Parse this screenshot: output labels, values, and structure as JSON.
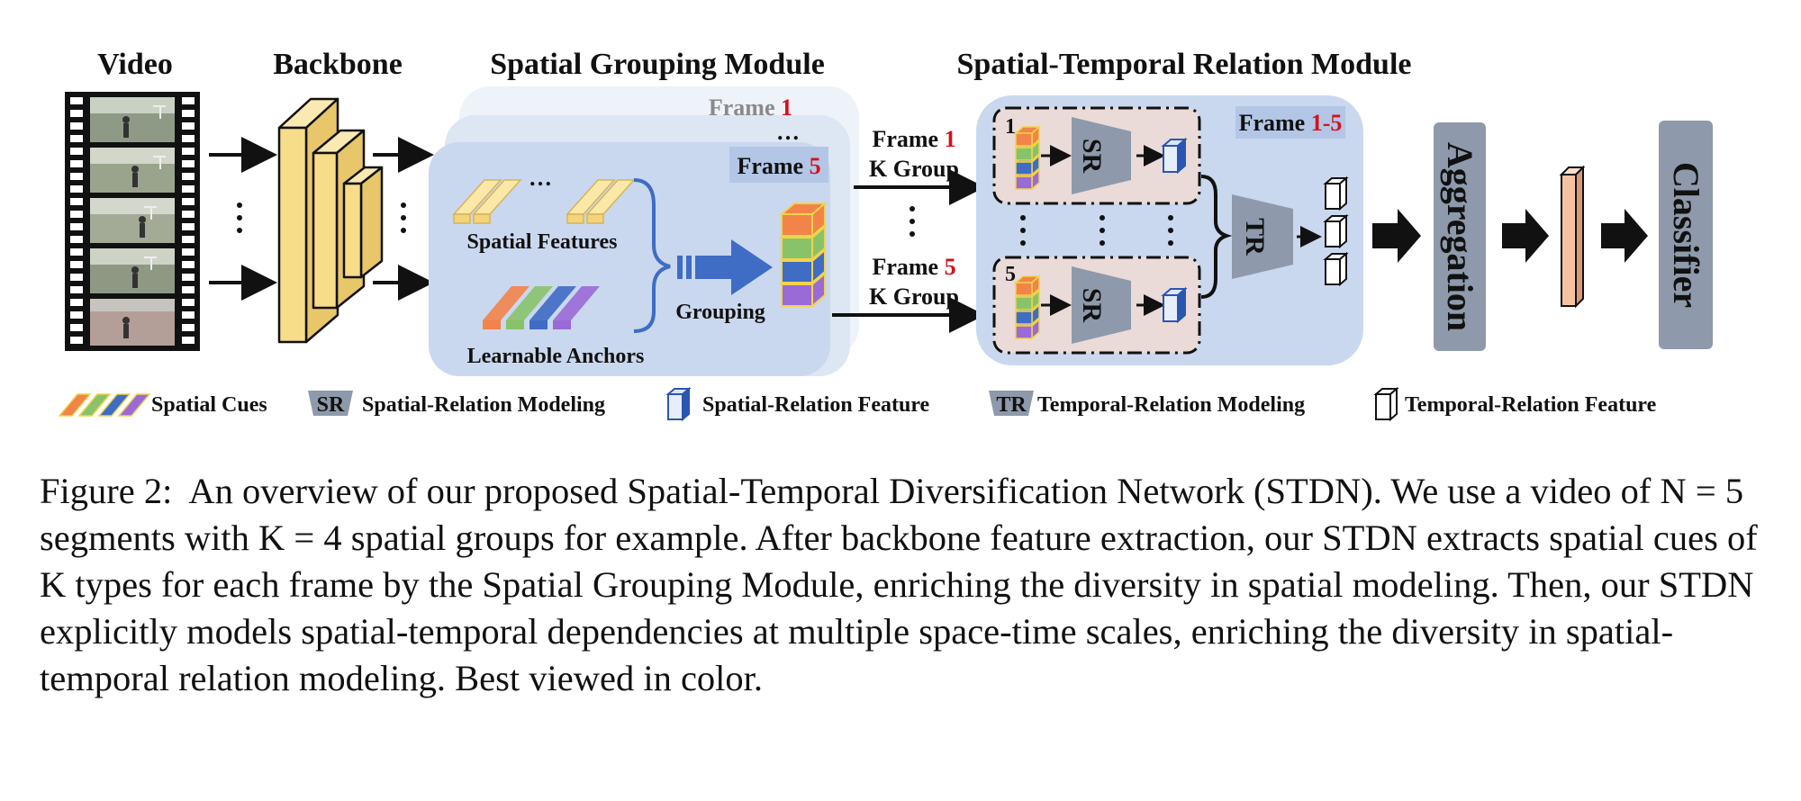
{
  "headers": {
    "video": "Video",
    "backbone": "Backbone",
    "sgm": "Spatial Grouping Module",
    "strm": "Spatial-Temporal Relation Module"
  },
  "sgm": {
    "back_frame_word": "Frame",
    "back_frame_num": "1",
    "front_frame_word": "Frame",
    "front_frame_num": "5",
    "dots_top": "…",
    "dots_features": "…",
    "spatial_features": "Spatial Features",
    "learnable_anchors": "Learnable Anchors",
    "grouping": "Grouping"
  },
  "links": {
    "top_frame_word": "Frame",
    "top_frame_num": "1",
    "top_group": "K Group",
    "bottom_frame_word": "Frame",
    "bottom_frame_num": "5",
    "bottom_group": "K Group"
  },
  "strm": {
    "frame_word": "Frame",
    "frame_range": "1-5",
    "top_index": "1",
    "bottom_index": "5",
    "sr": "SR",
    "tr": "TR"
  },
  "stages": {
    "aggregation": "Aggregation",
    "classifier": "Classifier"
  },
  "legend": {
    "spatial_cues": "Spatial Cues",
    "sr_badge": "SR",
    "sr_label": "Spatial-Relation Modeling",
    "srf_label": "Spatial-Relation Feature",
    "tr_badge": "TR",
    "tr_label": "Temporal-Relation Modeling",
    "trf_label": "Temporal-Relation Feature"
  },
  "caption": {
    "figure_label": "Figure 2:",
    "text": "An overview of our proposed Spatial-Temporal Diversification Network (STDN). We use a video of N = 5 segments with K = 4 spatial groups for example. After backbone feature extraction, our STDN extracts spatial cues of K types for each frame by the Spatial Grouping Module, enriching the diversity in spatial modeling. Then, our STDN explicitly models spatial-temporal dependencies at multiple space-time scales, enriching the diversity in spatial-temporal relation modeling. Best viewed in color."
  },
  "colors": {
    "panel_blue": "#c9d8ee",
    "panel_light": "#e3eaf6",
    "sr_box_pink": "#eadbd8",
    "module_gray": "#8e9aab",
    "backbone_yellow": "#f7dc8a",
    "arrow_blue": "#3f6cc4",
    "accent_red": "#d4121a",
    "cue_orange": "#f2844a",
    "cue_green": "#88c36a",
    "cue_blue": "#3f6cc4",
    "cue_purple": "#9a6ad6",
    "output_peach": "#f6c3a2"
  }
}
